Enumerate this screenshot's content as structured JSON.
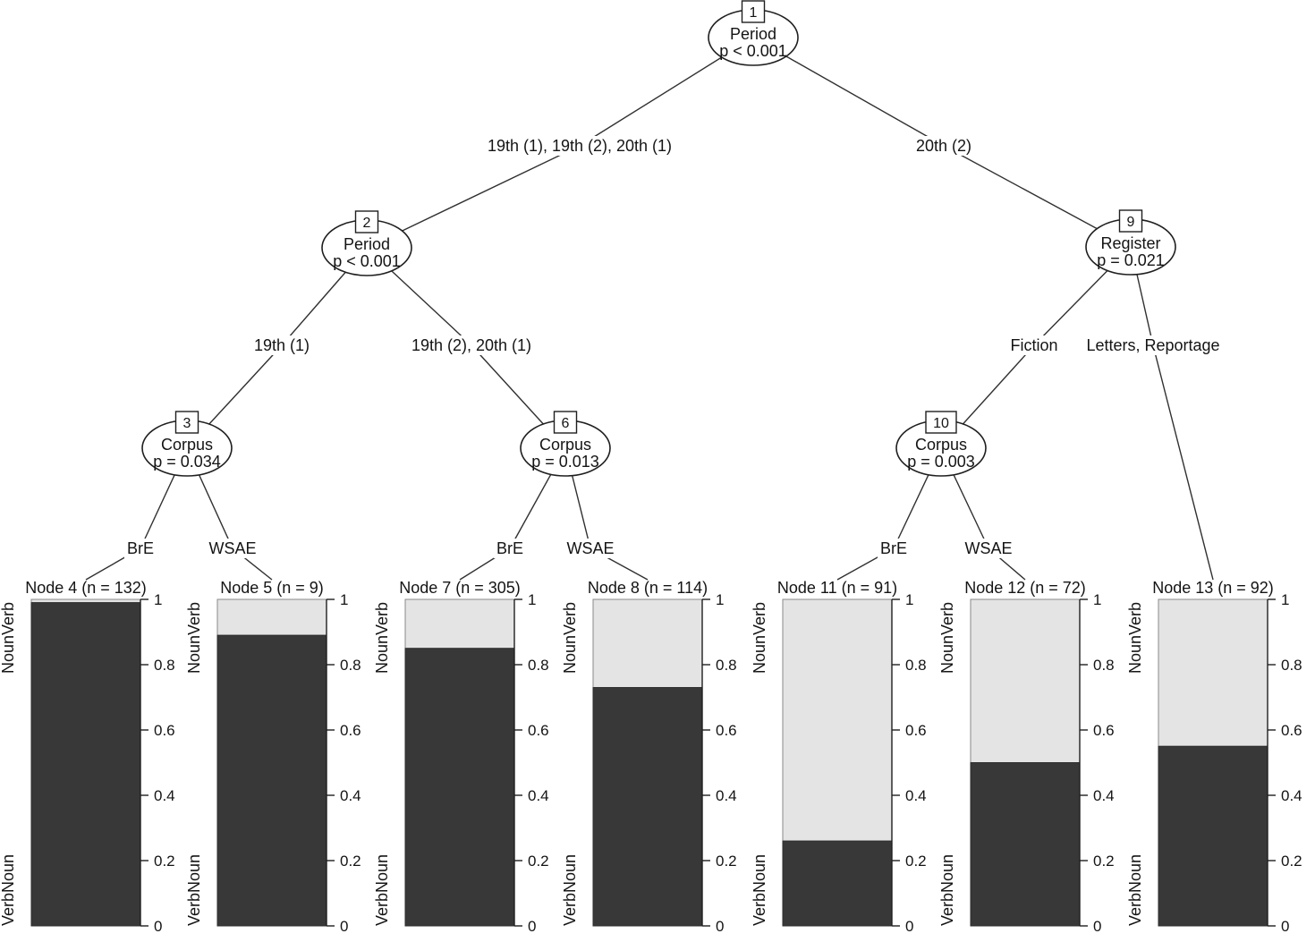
{
  "figure": {
    "kind": "conditional-inference-tree",
    "background": "#ffffff",
    "colors": {
      "dark_segment": "#383838",
      "dark_segment_border": "#2e2e2e",
      "light_segment": "#e4e4e4",
      "light_segment_border": "#8a8a8a",
      "line": "#303030",
      "text": "#141414"
    }
  },
  "tree": {
    "inner_nodes": [
      {
        "id": "1",
        "variable": "Period",
        "p_value": "p < 0.001"
      },
      {
        "id": "2",
        "variable": "Period",
        "p_value": "p < 0.001"
      },
      {
        "id": "9",
        "variable": "Register",
        "p_value": "p = 0.021"
      },
      {
        "id": "3",
        "variable": "Corpus",
        "p_value": "p = 0.034"
      },
      {
        "id": "6",
        "variable": "Corpus",
        "p_value": "p = 0.013"
      },
      {
        "id": "10",
        "variable": "Corpus",
        "p_value": "p = 0.003"
      }
    ],
    "edges": [
      {
        "from": "1",
        "to": "2",
        "label": "19th (1), 19th (2), 20th (1)"
      },
      {
        "from": "1",
        "to": "9",
        "label": "20th (2)"
      },
      {
        "from": "2",
        "to": "3",
        "label": "19th (1)"
      },
      {
        "from": "2",
        "to": "6",
        "label": "19th (2), 20th (1)"
      },
      {
        "from": "9",
        "to": "10",
        "label": "Fiction"
      },
      {
        "from": "9",
        "to": "13",
        "label": "Letters, Reportage"
      },
      {
        "from": "3",
        "to": "4",
        "label": "BrE"
      },
      {
        "from": "3",
        "to": "5",
        "label": "WSAE"
      },
      {
        "from": "6",
        "to": "7",
        "label": "BrE"
      },
      {
        "from": "6",
        "to": "8",
        "label": "WSAE"
      },
      {
        "from": "10",
        "to": "11",
        "label": "BrE"
      },
      {
        "from": "10",
        "to": "12",
        "label": "WSAE"
      }
    ]
  },
  "chart_data": {
    "type": "bar",
    "subtype": "stacked-vertical-terminal-panels",
    "ylim": [
      0,
      1
    ],
    "yticks": [
      0,
      0.2,
      0.4,
      0.6,
      0.8,
      1
    ],
    "ytick_labels": [
      "0",
      "0.2",
      "0.4",
      "0.6",
      "0.8",
      "1"
    ],
    "top_category_label": "NounVerb",
    "bottom_category_label": "VerbNoun",
    "segment_order_bottom_to_top": [
      "VerbNoun",
      "NounVerb"
    ],
    "panels": [
      {
        "node_id": "4",
        "title": "Node 4 (n = 132)",
        "n": 132,
        "VerbNoun": 0.99,
        "NounVerb": 0.01
      },
      {
        "node_id": "5",
        "title": "Node 5 (n = 9)",
        "n": 9,
        "VerbNoun": 0.89,
        "NounVerb": 0.11
      },
      {
        "node_id": "7",
        "title": "Node 7 (n = 305)",
        "n": 305,
        "VerbNoun": 0.85,
        "NounVerb": 0.15
      },
      {
        "node_id": "8",
        "title": "Node 8 (n = 114)",
        "n": 114,
        "VerbNoun": 0.73,
        "NounVerb": 0.27
      },
      {
        "node_id": "11",
        "title": "Node 11 (n = 91)",
        "n": 91,
        "VerbNoun": 0.26,
        "NounVerb": 0.74
      },
      {
        "node_id": "12",
        "title": "Node 12 (n = 72)",
        "n": 72,
        "VerbNoun": 0.5,
        "NounVerb": 0.5
      },
      {
        "node_id": "13",
        "title": "Node 13 (n = 92)",
        "n": 92,
        "VerbNoun": 0.55,
        "NounVerb": 0.45
      }
    ]
  }
}
